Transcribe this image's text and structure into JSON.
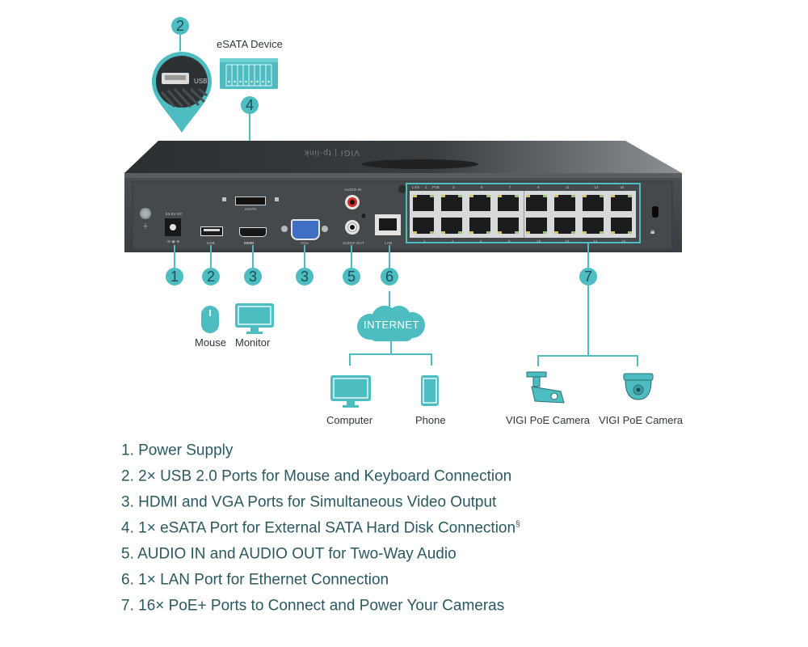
{
  "callouts": {
    "usb_top": "2",
    "esata_top": "4",
    "power": "1",
    "usb": "2",
    "hdmi": "3",
    "vga": "3",
    "audio": "5",
    "lan": "6",
    "poe": "7"
  },
  "device_labels": {
    "esata_device": "eSATA Device",
    "usb_zoom": "USB",
    "dc_input": "53.5V DC",
    "dc_polarity": "⊖-◉-⊕",
    "usb_port": "USB",
    "hdmi_port": "HDMI",
    "vga_port": "VGA",
    "esata_port": "eSATA",
    "audio_in": "AUDIO IN",
    "audio_out": "AUDIO OUT",
    "lan_port": "LAN",
    "poe_header": [
      "Link",
      "1",
      "PoE",
      "3",
      "5",
      "7",
      "9",
      "11",
      "13",
      "15"
    ],
    "poe_bottom": [
      "2",
      "4",
      "6",
      "8",
      "10",
      "12",
      "14",
      "16"
    ],
    "brand": "VIGI | tp-link"
  },
  "peripherals": {
    "mouse": "Mouse",
    "monitor": "Monitor",
    "internet": "INTERNET",
    "computer": "Computer",
    "phone": "Phone",
    "camera1": "VIGI PoE Camera",
    "camera2": "VIGI PoE Camera"
  },
  "features": [
    {
      "text": "1. Power Supply",
      "sup": ""
    },
    {
      "text": "2. 2× USB 2.0 Ports for Mouse and Keyboard Connection",
      "sup": ""
    },
    {
      "text": "3. HDMI and VGA Ports for Simultaneous Video Output",
      "sup": ""
    },
    {
      "text": "4. 1× eSATA Port for External SATA Hard Disk Connection",
      "sup": "§"
    },
    {
      "text": "5. AUDIO IN and AUDIO OUT for Two-Way Audio",
      "sup": ""
    },
    {
      "text": "6. 1× LAN Port for Ethernet Connection",
      "sup": ""
    },
    {
      "text": "7. 16× PoE+ Ports to Connect and Power Your Cameras",
      "sup": ""
    }
  ],
  "colors": {
    "accent": "#4dbdc2",
    "badge_text": "#1d4f56",
    "list_text": "#2a5a60",
    "device_body": "#3f4345"
  }
}
